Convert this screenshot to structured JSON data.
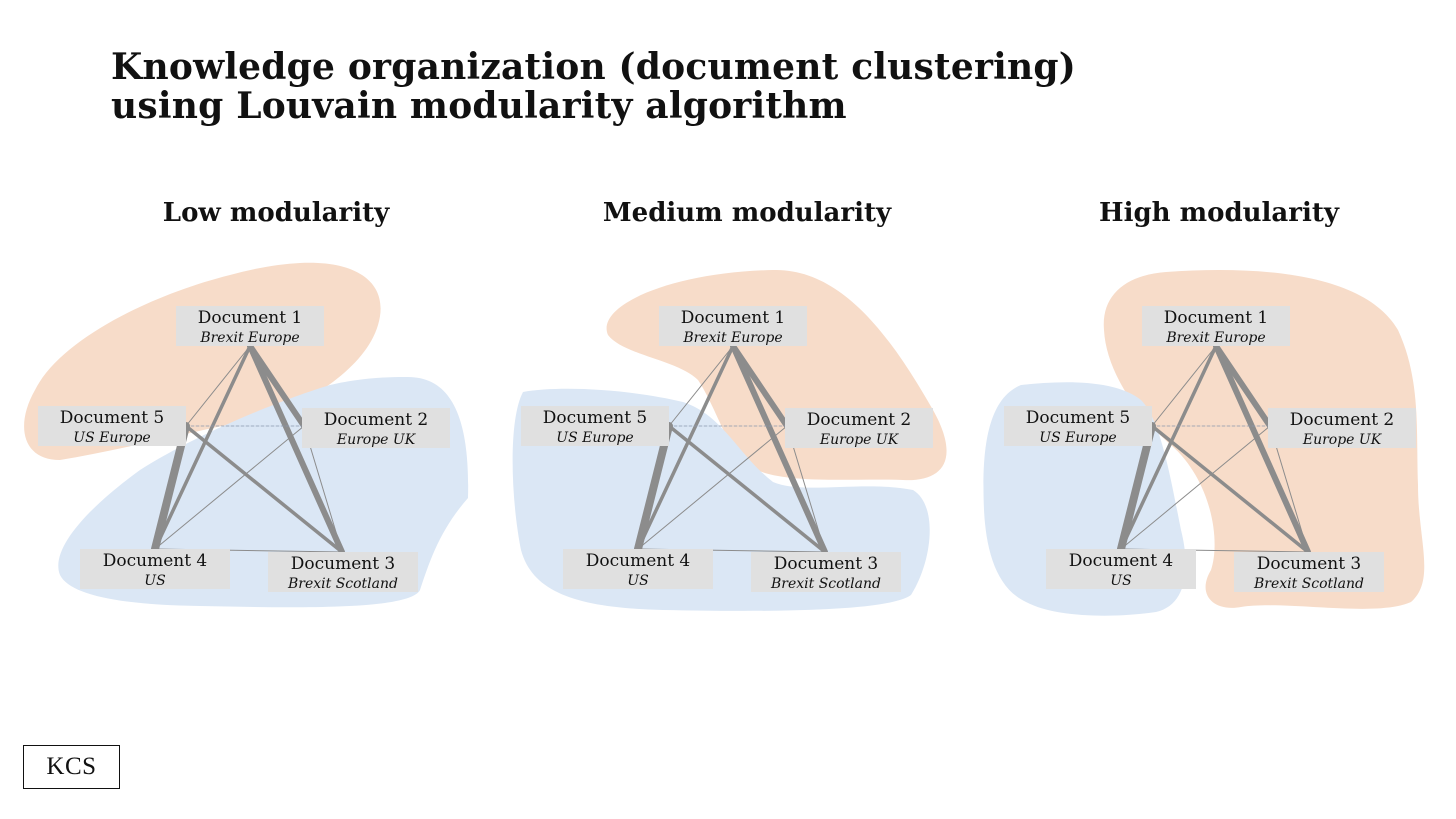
{
  "title": {
    "line1": "Knowledge organization (document clustering)",
    "line2": "using Louvain modularity algorithm"
  },
  "colors": {
    "cluster_orange": "#f7dcc9",
    "cluster_blue": "#dbe7f5",
    "edge": "#8c8c8c",
    "node_box": "#e0e0e0"
  },
  "panels": [
    {
      "id": "low",
      "title": "Low modularity",
      "clusters": [
        {
          "color": "cluster_orange",
          "members": [
            "doc1",
            "doc5"
          ]
        },
        {
          "color": "cluster_blue",
          "members": [
            "doc2",
            "doc3",
            "doc4"
          ]
        }
      ]
    },
    {
      "id": "medium",
      "title": "Medium modularity",
      "clusters": [
        {
          "color": "cluster_orange",
          "members": [
            "doc1",
            "doc2"
          ]
        },
        {
          "color": "cluster_blue",
          "members": [
            "doc3",
            "doc4",
            "doc5"
          ]
        }
      ]
    },
    {
      "id": "high",
      "title": "High modularity",
      "clusters": [
        {
          "color": "cluster_orange",
          "members": [
            "doc1",
            "doc2",
            "doc3"
          ]
        },
        {
          "color": "cluster_blue",
          "members": [
            "doc4",
            "doc5"
          ]
        }
      ]
    }
  ],
  "nodes": [
    {
      "id": "doc1",
      "name": "Document 1",
      "topics": "Brexit Europe"
    },
    {
      "id": "doc2",
      "name": "Document 2",
      "topics": "Europe UK"
    },
    {
      "id": "doc3",
      "name": "Document 3",
      "topics": "Brexit Scotland"
    },
    {
      "id": "doc4",
      "name": "Document 4",
      "topics": "US"
    },
    {
      "id": "doc5",
      "name": "Document 5",
      "topics": "US Europe"
    }
  ],
  "edges": [
    {
      "from": "doc1",
      "to": "doc2",
      "weight": "heavy"
    },
    {
      "from": "doc1",
      "to": "doc3",
      "weight": "heavy"
    },
    {
      "from": "doc1",
      "to": "doc4",
      "weight": "medium"
    },
    {
      "from": "doc1",
      "to": "doc5",
      "weight": "thin"
    },
    {
      "from": "doc2",
      "to": "doc3",
      "weight": "thin"
    },
    {
      "from": "doc2",
      "to": "doc4",
      "weight": "thin"
    },
    {
      "from": "doc2",
      "to": "doc5",
      "weight": "dashed"
    },
    {
      "from": "doc3",
      "to": "doc4",
      "weight": "thin"
    },
    {
      "from": "doc3",
      "to": "doc5",
      "weight": "medium"
    },
    {
      "from": "doc4",
      "to": "doc5",
      "weight": "heaviest"
    }
  ],
  "footer": {
    "logo": "KCS"
  }
}
